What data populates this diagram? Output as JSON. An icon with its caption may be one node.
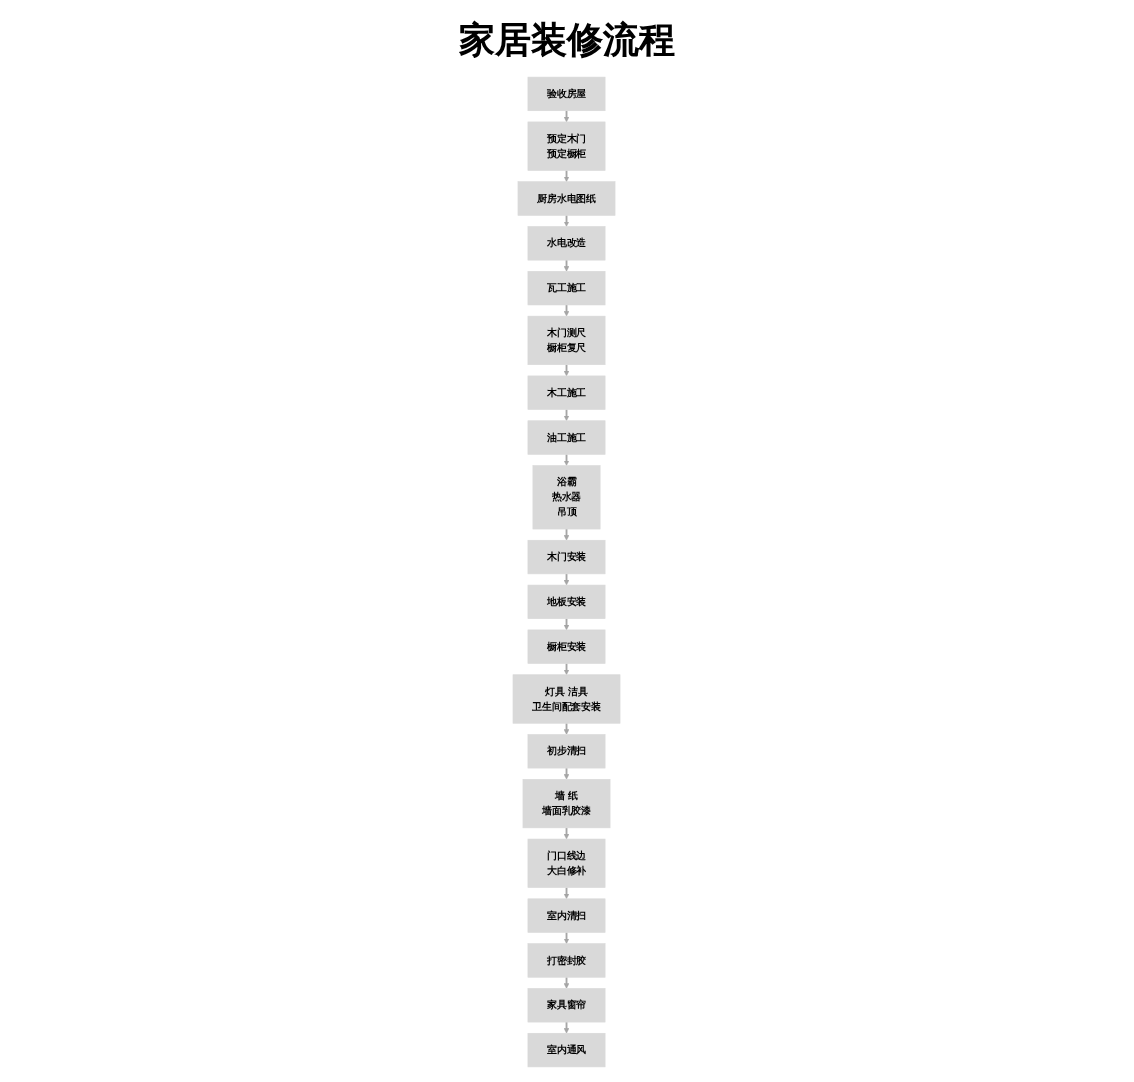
{
  "diagram": {
    "title": "家居装修流程",
    "nodes": [
      {
        "text": [
          "验收房屋"
        ]
      },
      {
        "text": [
          "预定木门",
          "预定橱柜"
        ]
      },
      {
        "text": [
          "厨房水电图纸"
        ]
      },
      {
        "text": [
          "水电改造"
        ]
      },
      {
        "text": [
          "油工施工"
        ]
      },
      {
        "text": [
          "木工施工"
        ]
      },
      {
        "text": [
          "木门测尺",
          "橱柜复尺"
        ]
      },
      {
        "text": [
          "瓦工施工"
        ]
      },
      {
        "text": [
          "浴霸",
          "热水器",
          "吊顶"
        ]
      },
      {
        "text": [
          "木门安装"
        ]
      },
      {
        "text": [
          "地板安装"
        ]
      },
      {
        "text": [
          "橱柜安装"
        ]
      },
      {
        "text": [
          "门口线边",
          "大白修补"
        ]
      },
      {
        "text": [
          "墙 纸",
          "墙面乳胶漆"
        ]
      },
      {
        "text": [
          "初步清扫"
        ]
      },
      {
        "text": [
          "灯具 洁具",
          "卫生间配套安装"
        ]
      },
      {
        "text": [
          "室内清扫"
        ]
      },
      {
        "text": [
          "打密封胶"
        ]
      },
      {
        "text": [
          "家具窗帘"
        ]
      },
      {
        "text": [
          "室内通风"
        ]
      }
    ],
    "edges": [
      {
        "from": 0,
        "to": 1,
        "arrow": "to"
      },
      {
        "from": 1,
        "to": 2,
        "arrow": "to"
      },
      {
        "from": 2,
        "to": 3,
        "arrow": "to"
      },
      {
        "from": 3,
        "to": 7,
        "arrow": "to"
      },
      {
        "from": 7,
        "to": 6,
        "arrow": "to"
      },
      {
        "from": 6,
        "to": 5,
        "arrow": "to"
      },
      {
        "from": 5,
        "to": 4,
        "arrow": "to"
      },
      {
        "from": 4,
        "to": 8,
        "arrow": "to"
      },
      {
        "from": 8,
        "to": 9,
        "arrow": "to"
      },
      {
        "from": 9,
        "to": 10,
        "arrow": "to"
      },
      {
        "from": 10,
        "to": 11,
        "arrow": "to"
      },
      {
        "from": 11,
        "to": 15,
        "arrow": "to"
      },
      {
        "from": 15,
        "to": 14,
        "arrow": "to"
      },
      {
        "from": 14,
        "to": 13,
        "arrow": "to"
      },
      {
        "from": 13,
        "to": 12,
        "arrow": "to"
      },
      {
        "from": 12,
        "to": 16,
        "arrow": "to"
      },
      {
        "from": 16,
        "to": 17,
        "arrow": "to"
      },
      {
        "from": 17,
        "to": 18,
        "arrow": "to"
      },
      {
        "from": 18,
        "to": 19,
        "arrow": "to"
      }
    ]
  }
}
